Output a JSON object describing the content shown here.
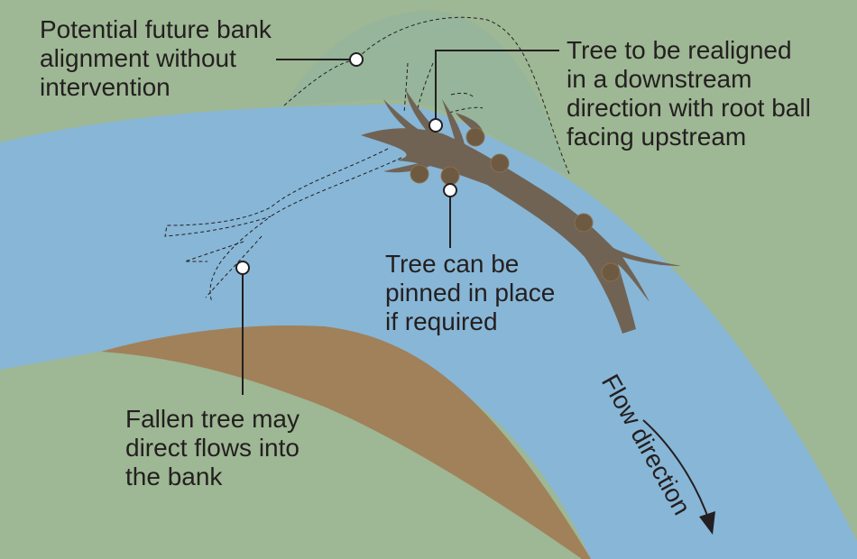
{
  "diagram": {
    "title": "Fallen tree realignment in river bend",
    "colors": {
      "land": "#9eb794",
      "water": "#88b6d6",
      "point_bar": "#a0815a",
      "tree": "#706354",
      "root_ball": "#6e5a40",
      "future_bank_zone": "#96b59a",
      "text": "#231f20"
    },
    "labels": {
      "future_bank": [
        "Potential future bank",
        "alignment without",
        "intervention"
      ],
      "realign": [
        "Tree to be realigned",
        "in a downstream",
        "direction with root ball",
        "facing upstream"
      ],
      "pinned": [
        "Tree can be",
        "pinned in place",
        "if required"
      ],
      "fallen": [
        "Fallen tree may",
        "direct flows into",
        "the bank"
      ],
      "flow": "Flow direction"
    }
  }
}
